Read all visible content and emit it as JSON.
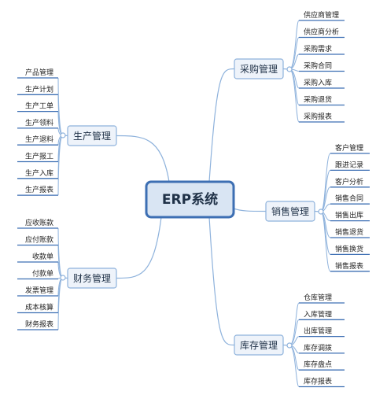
{
  "colors": {
    "line": "#8eb2dc",
    "leaf_underline": "#3d6fb3",
    "branch_fill": "#eef3fa",
    "branch_stroke": "#8eb2dc",
    "center_fill": "#d9e5f3",
    "center_stroke": "#3d6fb3",
    "text": "#1f3147"
  },
  "center": {
    "label": "ERP系统"
  },
  "branches": [
    {
      "id": "purchase",
      "label": "采购管理",
      "side": "right",
      "children": [
        "供应商管理",
        "供应商分析",
        "采购需求",
        "采购合同",
        "采购入库",
        "采购退货",
        "采购报表"
      ]
    },
    {
      "id": "production",
      "label": "生产管理",
      "side": "left",
      "children": [
        "产品管理",
        "生产计划",
        "生产工单",
        "生产领料",
        "生产退料",
        "生产报工",
        "生产入库",
        "生产报表"
      ]
    },
    {
      "id": "sales",
      "label": "销售管理",
      "side": "right",
      "children": [
        "客户管理",
        "跟进记录",
        "客户分析",
        "销售合同",
        "销售出库",
        "销售退货",
        "销售换货",
        "销售报表"
      ]
    },
    {
      "id": "finance",
      "label": "财务管理",
      "side": "left",
      "children": [
        "应收账款",
        "应付账款",
        "收款单",
        "付款单",
        "发票管理",
        "成本核算",
        "财务报表"
      ]
    },
    {
      "id": "inventory",
      "label": "库存管理",
      "side": "right",
      "children": [
        "仓库管理",
        "入库管理",
        "出库管理",
        "库存调拨",
        "库存盘点",
        "库存报表"
      ]
    }
  ]
}
